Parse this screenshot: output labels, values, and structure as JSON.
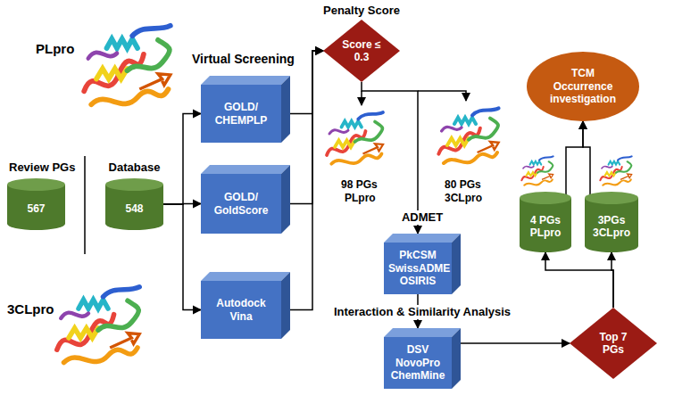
{
  "diagram": {
    "nodes": [
      {
        "text": [
          "Review PGs",
          "567"
        ]
      },
      {
        "text": [
          "Database",
          "548"
        ]
      },
      {
        "text": [
          "GOLD/ CHEMPLP"
        ]
      },
      {
        "text": [
          "GOLD/ GoldScore"
        ]
      },
      {
        "text": [
          "Autodock Vina"
        ]
      },
      {
        "text": [
          "Penalty Score",
          "Score ≤ 0.3"
        ]
      },
      {
        "text": [
          "ADMET",
          "PkCSM SwissADME OSIRIS"
        ]
      },
      {
        "text": [
          "Interaction & Similarity Analysis",
          "DSV NovoPro ChemMine"
        ]
      },
      {
        "text": [
          "Top 7 PGs"
        ]
      },
      {
        "text": [
          "4 PGs PLpro"
        ]
      },
      {
        "text": [
          "3PGs 3CLpro"
        ]
      },
      {
        "text": [
          "TCM Occurrence investigation"
        ]
      }
    ],
    "edges": [
      {
        "from": 1,
        "to": 2,
        "arrow": "to"
      },
      {
        "from": 1,
        "to": 3,
        "arrow": "to"
      },
      {
        "from": 1,
        "to": 4,
        "arrow": "to"
      },
      {
        "from": 2,
        "to": 5,
        "arrow": "to"
      },
      {
        "from": 3,
        "to": 5,
        "arrow": "to"
      },
      {
        "from": 4,
        "to": 5,
        "arrow": "to"
      },
      {
        "from": 5,
        "to": 6,
        "arrow": "to"
      },
      {
        "from": 6,
        "to": 7,
        "arrow": "to"
      },
      {
        "from": 7,
        "to": 8,
        "arrow": "to"
      },
      {
        "from": 8,
        "to": 9,
        "arrow": "to"
      },
      {
        "from": 8,
        "to": 10,
        "arrow": "to"
      },
      {
        "from": 9,
        "to": 11,
        "arrow": "to"
      },
      {
        "from": 10,
        "to": 11,
        "arrow": "to"
      }
    ],
    "labels": [
      "PLpro",
      "3CLpro",
      "Virtual Screening",
      "98 PGs",
      "PLpro",
      "80 PGs",
      "3CLpro"
    ]
  }
}
